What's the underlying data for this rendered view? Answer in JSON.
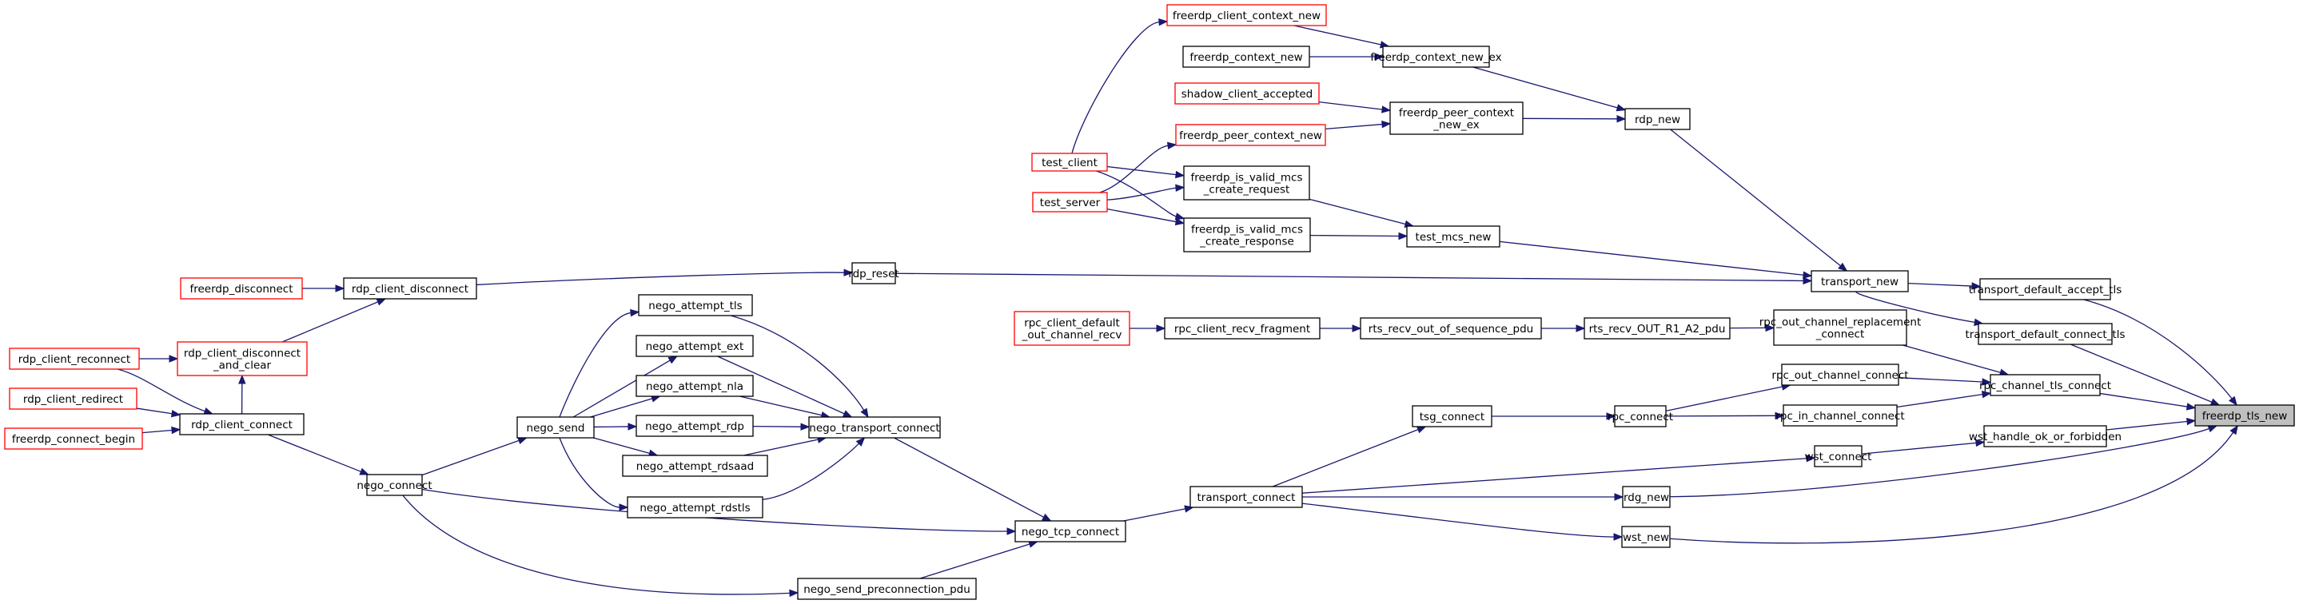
{
  "graph": {
    "title": "",
    "colors": {
      "edge": "#191970",
      "external_border": "#ff0000",
      "node_border": "#000000",
      "focus_fill": "#bfbfbf"
    },
    "nodes": {
      "freerdp_tls_new": {
        "lines": [
          "freerdp_tls_new"
        ],
        "kind": "focus"
      },
      "transport_default_accept_tls": {
        "lines": [
          "transport_default_accept_tls"
        ]
      },
      "transport_default_connect_tls": {
        "lines": [
          "transport_default_connect_tls"
        ]
      },
      "rpc_channel_tls_connect": {
        "lines": [
          "rpc_channel_tls_connect"
        ]
      },
      "wst_handle_ok_or_forbidden": {
        "lines": [
          "wst_handle_ok_or_forbidden"
        ]
      },
      "transport_new": {
        "lines": [
          "transport_new"
        ]
      },
      "rpc_out_channel_replacement_connect": {
        "lines": [
          "rpc_out_channel_replacement",
          "_connect"
        ]
      },
      "rpc_out_channel_connect": {
        "lines": [
          "rpc_out_channel_connect"
        ]
      },
      "rpc_in_channel_connect": {
        "lines": [
          "rpc_in_channel_connect"
        ]
      },
      "wst_connect": {
        "lines": [
          "wst_connect"
        ]
      },
      "rdg_new": {
        "lines": [
          "rdg_new"
        ]
      },
      "wst_new": {
        "lines": [
          "wst_new"
        ]
      },
      "rdp_new": {
        "lines": [
          "rdp_new"
        ]
      },
      "test_mcs_new": {
        "lines": [
          "test_mcs_new"
        ]
      },
      "rdp_reset": {
        "lines": [
          "rdp_reset"
        ]
      },
      "rts_recv_OUT_R1_A2_pdu": {
        "lines": [
          "rts_recv_OUT_R1_A2_pdu"
        ]
      },
      "rpc_connect": {
        "lines": [
          "rpc_connect"
        ]
      },
      "transport_connect": {
        "lines": [
          "transport_connect"
        ]
      },
      "freerdp_context_new_ex": {
        "lines": [
          "freerdp_context_new_ex"
        ]
      },
      "freerdp_peer_context_new_": {
        "lines": [
          "freerdp_peer_context",
          "_new_ex"
        ]
      },
      "freerdp_is_valid_mcs_create_request": {
        "lines": [
          "freerdp_is_valid_mcs",
          "_create_request"
        ]
      },
      "freerdp_is_valid_mcs_create_response": {
        "lines": [
          "freerdp_is_valid_mcs",
          "_create_response"
        ]
      },
      "rdp_client_disconnect": {
        "lines": [
          "rdp_client_disconnect"
        ]
      },
      "rts_recv_out_of_sequence_pdu": {
        "lines": [
          "rts_recv_out_of_sequence_pdu"
        ]
      },
      "tsg_connect": {
        "lines": [
          "tsg_connect"
        ]
      },
      "nego_tcp_connect": {
        "lines": [
          "nego_tcp_connect"
        ]
      },
      "freerdp_client_context_new": {
        "lines": [
          "freerdp_client_context_new"
        ],
        "kind": "external"
      },
      "freerdp_context_new": {
        "lines": [
          "freerdp_context_new"
        ]
      },
      "shadow_client_accepted": {
        "lines": [
          "shadow_client_accepted"
        ],
        "kind": "external"
      },
      "freerdp_peer_context_new": {
        "lines": [
          "freerdp_peer_context_new"
        ],
        "kind": "external"
      },
      "test_client": {
        "lines": [
          "test_client"
        ],
        "kind": "external"
      },
      "test_server": {
        "lines": [
          "test_server"
        ],
        "kind": "external"
      },
      "freerdp_disconnect": {
        "lines": [
          "freerdp_disconnect"
        ],
        "kind": "external"
      },
      "rdp_client_disconnect_and_clear": {
        "lines": [
          "rdp_client_disconnect",
          "_and_clear"
        ],
        "kind": "external"
      },
      "rpc_client_recv_fragment": {
        "lines": [
          "rpc_client_recv_fragment"
        ]
      },
      "nego_transport_connect": {
        "lines": [
          "nego_transport_connect"
        ]
      },
      "nego_connect": {
        "lines": [
          "nego_connect"
        ]
      },
      "nego_send_preconnection_pdu": {
        "lines": [
          "nego_send_preconnection_pdu"
        ]
      },
      "rdp_client_reconnect": {
        "lines": [
          "rdp_client_reconnect"
        ],
        "kind": "external"
      },
      "rdp_client_connect": {
        "lines": [
          "rdp_client_connect"
        ]
      },
      "rpc_client_default_out_channel_recv": {
        "lines": [
          "rpc_client_default",
          "_out_channel_recv"
        ],
        "kind": "external"
      },
      "nego_attempt_tls": {
        "lines": [
          "nego_attempt_tls"
        ]
      },
      "nego_attempt_ext": {
        "lines": [
          "nego_attempt_ext"
        ]
      },
      "nego_attempt_nla": {
        "lines": [
          "nego_attempt_nla"
        ]
      },
      "nego_attempt_rdp": {
        "lines": [
          "nego_attempt_rdp"
        ]
      },
      "nego_attempt_rdsaad": {
        "lines": [
          "nego_attempt_rdsaad"
        ]
      },
      "nego_attempt_rdstls": {
        "lines": [
          "nego_attempt_rdstls"
        ]
      },
      "nego_send": {
        "lines": [
          "nego_send"
        ]
      },
      "rdp_client_redirect": {
        "lines": [
          "rdp_client_redirect"
        ],
        "kind": "external"
      },
      "freerdp_connect_begin": {
        "lines": [
          "freerdp_connect_begin"
        ],
        "kind": "external"
      }
    },
    "edges": [
      [
        "transport_default_accept_tls",
        "freerdp_tls_new"
      ],
      [
        "transport_default_connect_tls",
        "freerdp_tls_new"
      ],
      [
        "rpc_channel_tls_connect",
        "freerdp_tls_new"
      ],
      [
        "wst_handle_ok_or_forbidden",
        "freerdp_tls_new"
      ],
      [
        "rdg_new",
        "freerdp_tls_new"
      ],
      [
        "wst_new",
        "freerdp_tls_new"
      ],
      [
        "transport_new",
        "transport_default_accept_tls"
      ],
      [
        "transport_new",
        "transport_default_connect_tls"
      ],
      [
        "rpc_out_channel_replacement_connect",
        "rpc_channel_tls_connect"
      ],
      [
        "rpc_out_channel_connect",
        "rpc_channel_tls_connect"
      ],
      [
        "rpc_in_channel_connect",
        "rpc_channel_tls_connect"
      ],
      [
        "wst_connect",
        "wst_handle_ok_or_forbidden"
      ],
      [
        "rdp_new",
        "transport_new"
      ],
      [
        "test_mcs_new",
        "transport_new"
      ],
      [
        "rdp_reset",
        "transport_new"
      ],
      [
        "rts_recv_OUT_R1_A2_pdu",
        "rpc_out_channel_replacement_connect"
      ],
      [
        "rpc_connect",
        "rpc_out_channel_connect"
      ],
      [
        "rpc_connect",
        "rpc_in_channel_connect"
      ],
      [
        "transport_connect",
        "wst_connect"
      ],
      [
        "transport_connect",
        "rdg_new"
      ],
      [
        "transport_connect",
        "wst_new"
      ],
      [
        "freerdp_context_new_ex",
        "rdp_new"
      ],
      [
        "freerdp_peer_context_new_",
        "rdp_new"
      ],
      [
        "freerdp_is_valid_mcs_create_request",
        "test_mcs_new"
      ],
      [
        "freerdp_is_valid_mcs_create_response",
        "test_mcs_new"
      ],
      [
        "rdp_client_disconnect",
        "rdp_reset"
      ],
      [
        "rts_recv_out_of_sequence_pdu",
        "rts_recv_OUT_R1_A2_pdu"
      ],
      [
        "tsg_connect",
        "rpc_connect"
      ],
      [
        "transport_connect",
        "tsg_connect"
      ],
      [
        "nego_tcp_connect",
        "transport_connect"
      ],
      [
        "freerdp_client_context_new",
        "freerdp_context_new_ex"
      ],
      [
        "freerdp_context_new",
        "freerdp_context_new_ex"
      ],
      [
        "shadow_client_accepted",
        "freerdp_peer_context_new_"
      ],
      [
        "freerdp_peer_context_new",
        "freerdp_peer_context_new_"
      ],
      [
        "test_client",
        "freerdp_client_context_new"
      ],
      [
        "test_server",
        "freerdp_peer_context_new"
      ],
      [
        "test_client",
        "freerdp_is_valid_mcs_create_request"
      ],
      [
        "test_server",
        "freerdp_is_valid_mcs_create_request"
      ],
      [
        "test_client",
        "freerdp_is_valid_mcs_create_response"
      ],
      [
        "test_server",
        "freerdp_is_valid_mcs_create_response"
      ],
      [
        "freerdp_disconnect",
        "rdp_client_disconnect"
      ],
      [
        "rdp_client_disconnect_and_clear",
        "rdp_client_disconnect"
      ],
      [
        "rpc_client_recv_fragment",
        "rts_recv_out_of_sequence_pdu"
      ],
      [
        "nego_transport_connect",
        "nego_tcp_connect"
      ],
      [
        "nego_connect",
        "nego_tcp_connect"
      ],
      [
        "nego_send_preconnection_pdu",
        "nego_tcp_connect"
      ],
      [
        "rdp_client_reconnect",
        "rdp_client_disconnect_and_clear"
      ],
      [
        "rdp_client_connect",
        "rdp_client_disconnect_and_clear"
      ],
      [
        "rpc_client_default_out_channel_recv",
        "rpc_client_recv_fragment"
      ],
      [
        "nego_attempt_tls",
        "nego_transport_connect"
      ],
      [
        "nego_attempt_ext",
        "nego_transport_connect"
      ],
      [
        "nego_attempt_nla",
        "nego_transport_connect"
      ],
      [
        "nego_attempt_rdp",
        "nego_transport_connect"
      ],
      [
        "nego_attempt_rdsaad",
        "nego_transport_connect"
      ],
      [
        "nego_attempt_rdstls",
        "nego_transport_connect"
      ],
      [
        "nego_connect",
        "nego_send_preconnection_pdu"
      ],
      [
        "rdp_client_connect",
        "nego_connect"
      ],
      [
        "nego_send",
        "nego_attempt_tls"
      ],
      [
        "nego_send",
        "nego_attempt_ext"
      ],
      [
        "nego_send",
        "nego_attempt_nla"
      ],
      [
        "nego_send",
        "nego_attempt_rdp"
      ],
      [
        "nego_send",
        "nego_attempt_rdsaad"
      ],
      [
        "nego_send",
        "nego_attempt_rdstls"
      ],
      [
        "rdp_client_reconnect",
        "rdp_client_connect"
      ],
      [
        "rdp_client_redirect",
        "rdp_client_connect"
      ],
      [
        "freerdp_connect_begin",
        "rdp_client_connect"
      ],
      [
        "nego_connect",
        "nego_send"
      ]
    ]
  }
}
